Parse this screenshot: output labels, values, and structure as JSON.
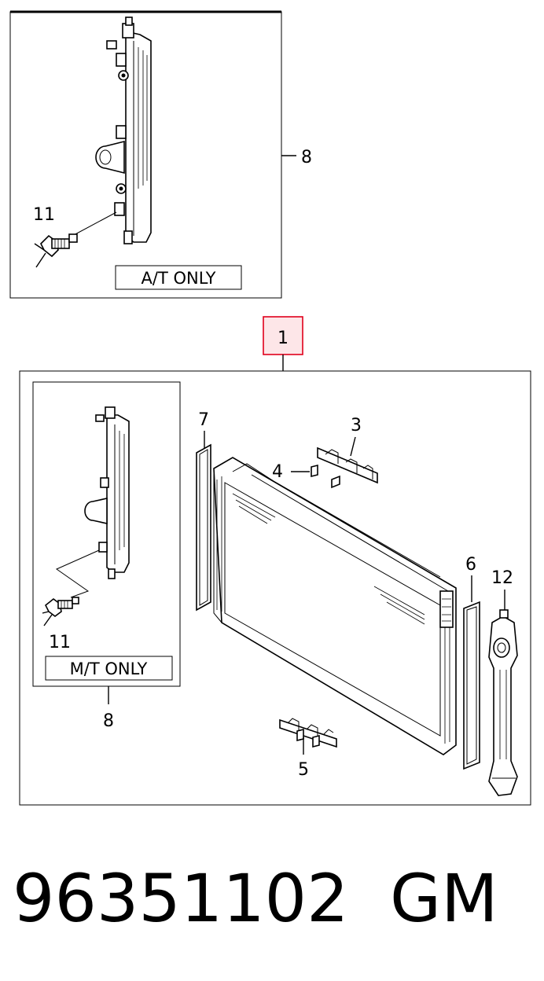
{
  "callouts": {
    "top_assembly": "8",
    "top_drain_plug": "11",
    "main_assembly": "1",
    "bracket_upper": "3",
    "clip": "4",
    "seal_left": "7",
    "seal_right": "6",
    "tank_right": "12",
    "drain_plug": "11",
    "bottom_tank_assembly": "8",
    "bracket_lower": "5"
  },
  "notes": {
    "at_only": "A/T  ONLY",
    "mt_only": "M/T  ONLY"
  },
  "footer": {
    "part_number": "96351102",
    "brand": "GM"
  },
  "colors": {
    "highlight_border": "#e0001b",
    "highlight_fill": "#fde6e8"
  }
}
